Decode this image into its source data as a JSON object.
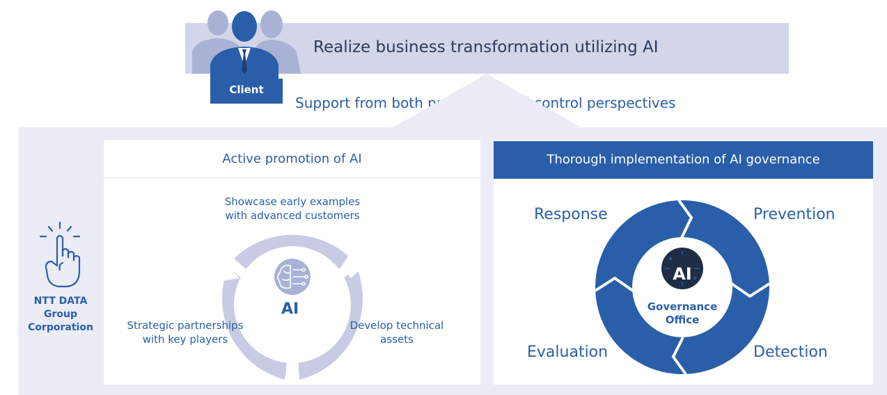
{
  "header": {
    "banner_text": "Realize business transformation utilizing AI",
    "client_label": "Client",
    "support_text": "Support from both promotion and control perspectives"
  },
  "provider": {
    "name_line1": "NTT DATA",
    "name_line2": "Group",
    "name_line3": "Corporation"
  },
  "promotion": {
    "title": "Active promotion of AI",
    "top_label_line1": "Showcase early examples",
    "top_label_line2": "with advanced customers",
    "left_label_line1": "Strategic partnerships",
    "left_label_line2": "with key players",
    "right_label_line1": "Develop technical",
    "right_label_line2": "assets",
    "center_label": "AI"
  },
  "governance": {
    "title": "Thorough implementation of AI governance",
    "response": "Response",
    "prevention": "Prevention",
    "evaluation": "Evaluation",
    "detection": "Detection",
    "center_ai": "AI",
    "center_line1": "Governance",
    "center_line2": "Office"
  },
  "colors": {
    "primary_blue": "#2a5ea8",
    "light_lavender": "#d3d6e9",
    "background_lavender": "#ebecf6",
    "cycle_light": "#c8cbe3",
    "dark_navy": "#1f2d45"
  }
}
